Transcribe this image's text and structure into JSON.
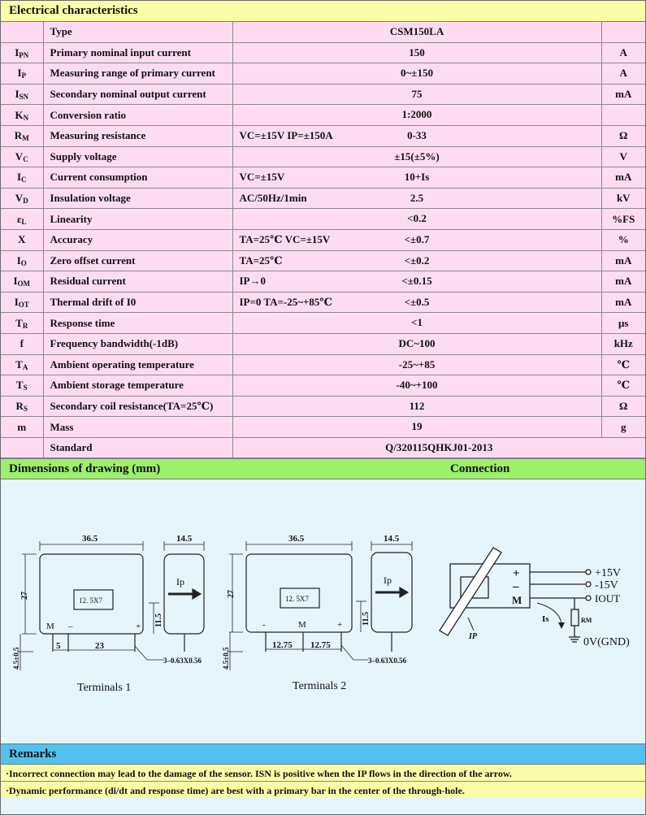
{
  "header": {
    "title": "Electrical characteristics"
  },
  "type_row": {
    "param": "Type",
    "value": "CSM150LA"
  },
  "rows": [
    {
      "sym": "I",
      "sub": "PN",
      "param": "Primary nominal input current",
      "cond": "",
      "value": "150",
      "unit": "A"
    },
    {
      "sym": "I",
      "sub": "P",
      "param": "Measuring range of primary current",
      "cond": "",
      "value": "0~±150",
      "unit": "A"
    },
    {
      "sym": "I",
      "sub": "SN",
      "param": "Secondary nominal output current",
      "cond": "",
      "value": "75",
      "unit": "mA"
    },
    {
      "sym": "K",
      "sub": "N",
      "param": "Conversion ratio",
      "cond": "",
      "value": "1:2000",
      "unit": ""
    },
    {
      "sym": "R",
      "sub": "M",
      "param": "Measuring resistance",
      "cond": "VC=±15V    IP=±150A",
      "value": "0-33",
      "unit": "Ω"
    },
    {
      "sym": "V",
      "sub": "C",
      "param": "Supply voltage",
      "cond": "",
      "value": "±15(±5%)",
      "unit": "V"
    },
    {
      "sym": "I",
      "sub": "C",
      "param": "Current consumption",
      "cond": "VC=±15V",
      "value": "10+Is",
      "unit": "mA"
    },
    {
      "sym": "V",
      "sub": "D",
      "param": "Insulation voltage",
      "cond": "AC/50Hz/1min",
      "value": "2.5",
      "unit": "kV"
    },
    {
      "sym": "ε",
      "sub": "L",
      "param": "Linearity",
      "cond": "",
      "value": "<0.2",
      "unit": "%FS"
    },
    {
      "sym": "X",
      "sub": "",
      "param": "Accuracy",
      "cond": "TA=25℃ VC=±15V",
      "value": "<±0.7",
      "unit": "%"
    },
    {
      "sym": "I",
      "sub": "O",
      "param": "Zero offset current",
      "cond": "TA=25℃",
      "value": "<±0.2",
      "unit": "mA"
    },
    {
      "sym": "I",
      "sub": "OM",
      "param": "Residual current",
      "cond": "IP→0",
      "value": "<±0.15",
      "unit": "mA"
    },
    {
      "sym": "I",
      "sub": "OT",
      "param": "Thermal drift of I0",
      "cond": "IP=0 TA=-25~+85℃",
      "value": "<±0.5",
      "unit": "mA"
    },
    {
      "sym": "T",
      "sub": "R",
      "param": "Response time",
      "cond": "",
      "value": "<1",
      "unit": "μs"
    },
    {
      "sym": "f",
      "sub": "",
      "param": "Frequency bandwidth(-1dB)",
      "cond": "",
      "value": "DC~100",
      "unit": "kHz"
    },
    {
      "sym": "T",
      "sub": "A",
      "param": "Ambient operating temperature",
      "cond": "",
      "value": "-25~+85",
      "unit": "℃"
    },
    {
      "sym": "T",
      "sub": "S",
      "param": "Ambient storage temperature",
      "cond": "",
      "value": "-40~+100",
      "unit": "℃"
    },
    {
      "sym": "R",
      "sub": "S",
      "param": "Secondary coil resistance(TA=25℃)",
      "cond": "",
      "value": "112",
      "unit": "Ω"
    },
    {
      "sym": "m",
      "sub": "",
      "param": "Mass",
      "cond": "",
      "value": "19",
      "unit": "g"
    }
  ],
  "standard_row": {
    "param": "Standard",
    "value": "Q/320115QHKJ01-2013"
  },
  "drawing_header": {
    "left": "Dimensions of drawing (mm)",
    "right": "Connection"
  },
  "drawing": {
    "t1": {
      "width": "36.5",
      "depth": "14.5",
      "height": "27",
      "label_box": "12. 5X7",
      "h_side": "11.5",
      "pin_m": "M",
      "pin_minus": "–",
      "pin_plus": "+",
      "dim_a": "5",
      "dim_b": "23",
      "lead_note": "3–0.63X0.56",
      "pin_len": "4.5±0.5",
      "caption": "Terminals 1",
      "arrow_label": "Ip"
    },
    "t2": {
      "width": "36.5",
      "depth": "14.5",
      "height": "27",
      "label_box": "12. 5X7",
      "h_side": "11.5",
      "pin_minus": "-",
      "pin_m": "M",
      "pin_plus": "+",
      "dim_a": "12.75",
      "dim_b": "12.75",
      "lead_note": "3–0.63X0.56",
      "pin_len": "4.5±0.5",
      "caption": "Terminals 2",
      "arrow_label": "Ip"
    },
    "conn": {
      "plus": "+",
      "minus": "–",
      "m": "M",
      "v_pos": "+15V",
      "v_neg": "-15V",
      "iout": "IOUT",
      "is": "Is",
      "rm": "RM",
      "gnd": "0V(GND)",
      "ip": "IP"
    }
  },
  "remarks": {
    "title": "Remarks",
    "line1": "·Incorrect connection may lead to the damage of the sensor. ISN is positive when the IP flows in the direction of the arrow.",
    "line2": "·Dynamic performance (di/dt and response time) are best with a primary bar in the center of the through-hole."
  }
}
